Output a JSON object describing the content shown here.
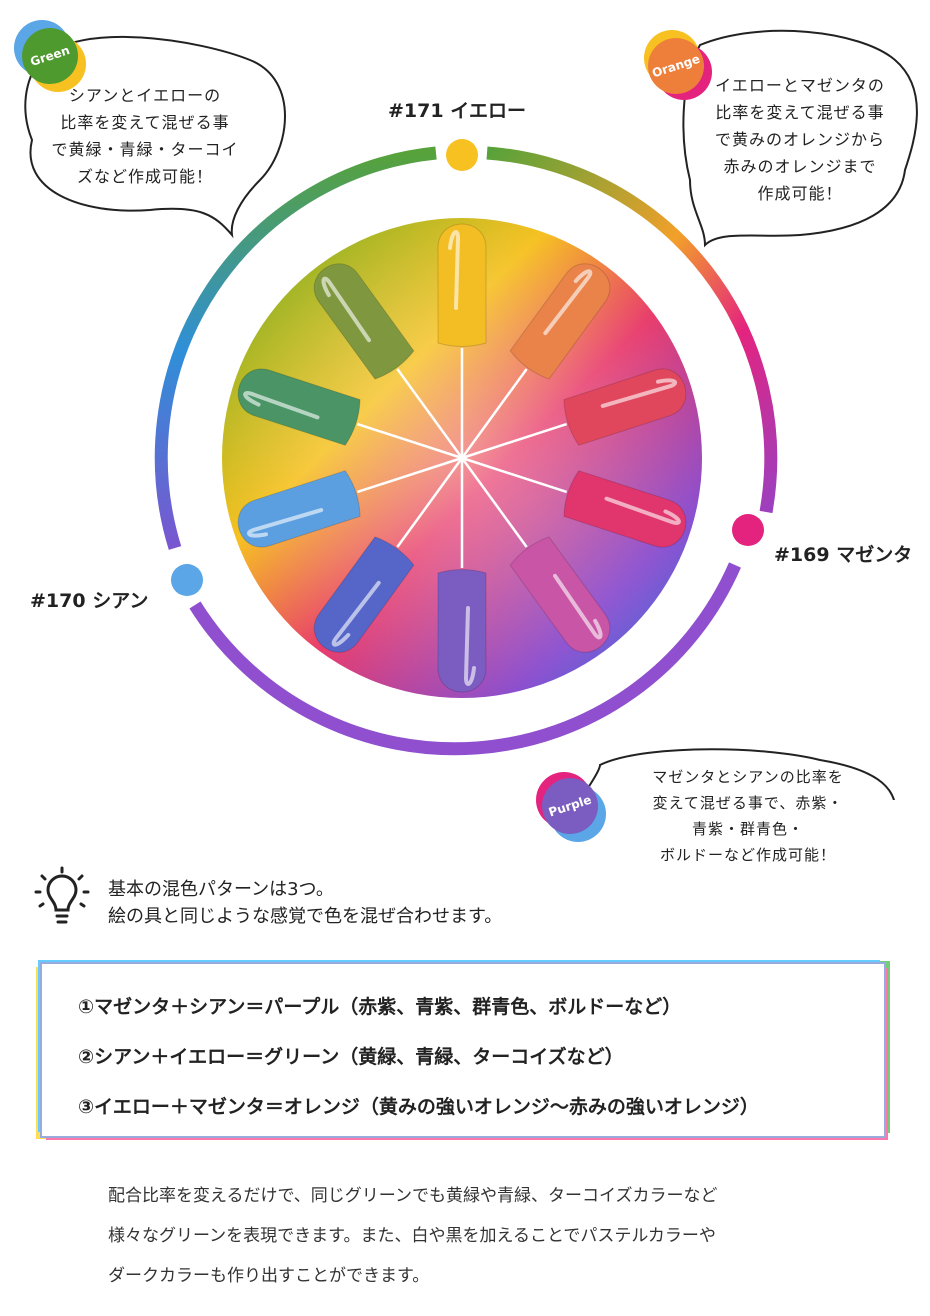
{
  "labels": {
    "yellow": "#171 イエロー",
    "magenta": "#169 マゼンタ",
    "cyan": "#170 シアン"
  },
  "colors": {
    "yellow": "#f6c121",
    "magenta": "#e4237f",
    "cyan": "#5aa6e6"
  },
  "nails": [
    {
      "name": "yellow",
      "color": "#f3bd24"
    },
    {
      "name": "orange",
      "color": "#e9834a"
    },
    {
      "name": "coral-red",
      "color": "#e0475d"
    },
    {
      "name": "rose",
      "color": "#e0366d"
    },
    {
      "name": "magenta-pink",
      "color": "#c955a6"
    },
    {
      "name": "violet",
      "color": "#7b5cc0"
    },
    {
      "name": "indigo",
      "color": "#5566c8"
    },
    {
      "name": "sky-blue",
      "color": "#5b9fe0"
    },
    {
      "name": "teal-green",
      "color": "#4a9466"
    },
    {
      "name": "olive",
      "color": "#7f9840"
    }
  ],
  "bubbles": {
    "green": {
      "badge": "Green",
      "text": [
        "シアンとイエローの",
        "比率を変えて混ぜる事",
        "で黄緑・青緑・ターコイ",
        "ズなど作成可能！"
      ]
    },
    "orange": {
      "badge": "Orange",
      "text": [
        "イエローとマゼンタの",
        "比率を変えて混ぜる事",
        "で黄みのオレンジから",
        "赤みのオレンジまで",
        "作成可能！"
      ]
    },
    "purple": {
      "badge": "Purple",
      "text": [
        "マゼンタとシアンの比率を",
        "変えて混ぜる事で、赤紫・",
        "青紫・群青色・",
        "ボルドーなど作成可能！"
      ]
    }
  },
  "tip": {
    "line1": "基本の混色パターンは3つ。",
    "line2": "絵の具と同じような感覚で色を混ぜ合わせます。"
  },
  "rules": [
    "①マゼンタ＋シアン＝パープル（赤紫、青紫、群青色、ボルドーなど）",
    "②シアン＋イエロー＝グリーン（黄緑、青緑、ターコイズなど）",
    "③イエロー＋マゼンタ＝オレンジ（黄みの強いオレンジ〜赤みの強いオレンジ）"
  ],
  "footer": [
    "配合比率を変えるだけで、同じグリーンでも黄緑や青緑、ターコイズカラーなど",
    "様々なグリーンを表現できます。また、白や黒を加えることでパステルカラーや",
    "ダークカラーも作り出すことができます。"
  ]
}
